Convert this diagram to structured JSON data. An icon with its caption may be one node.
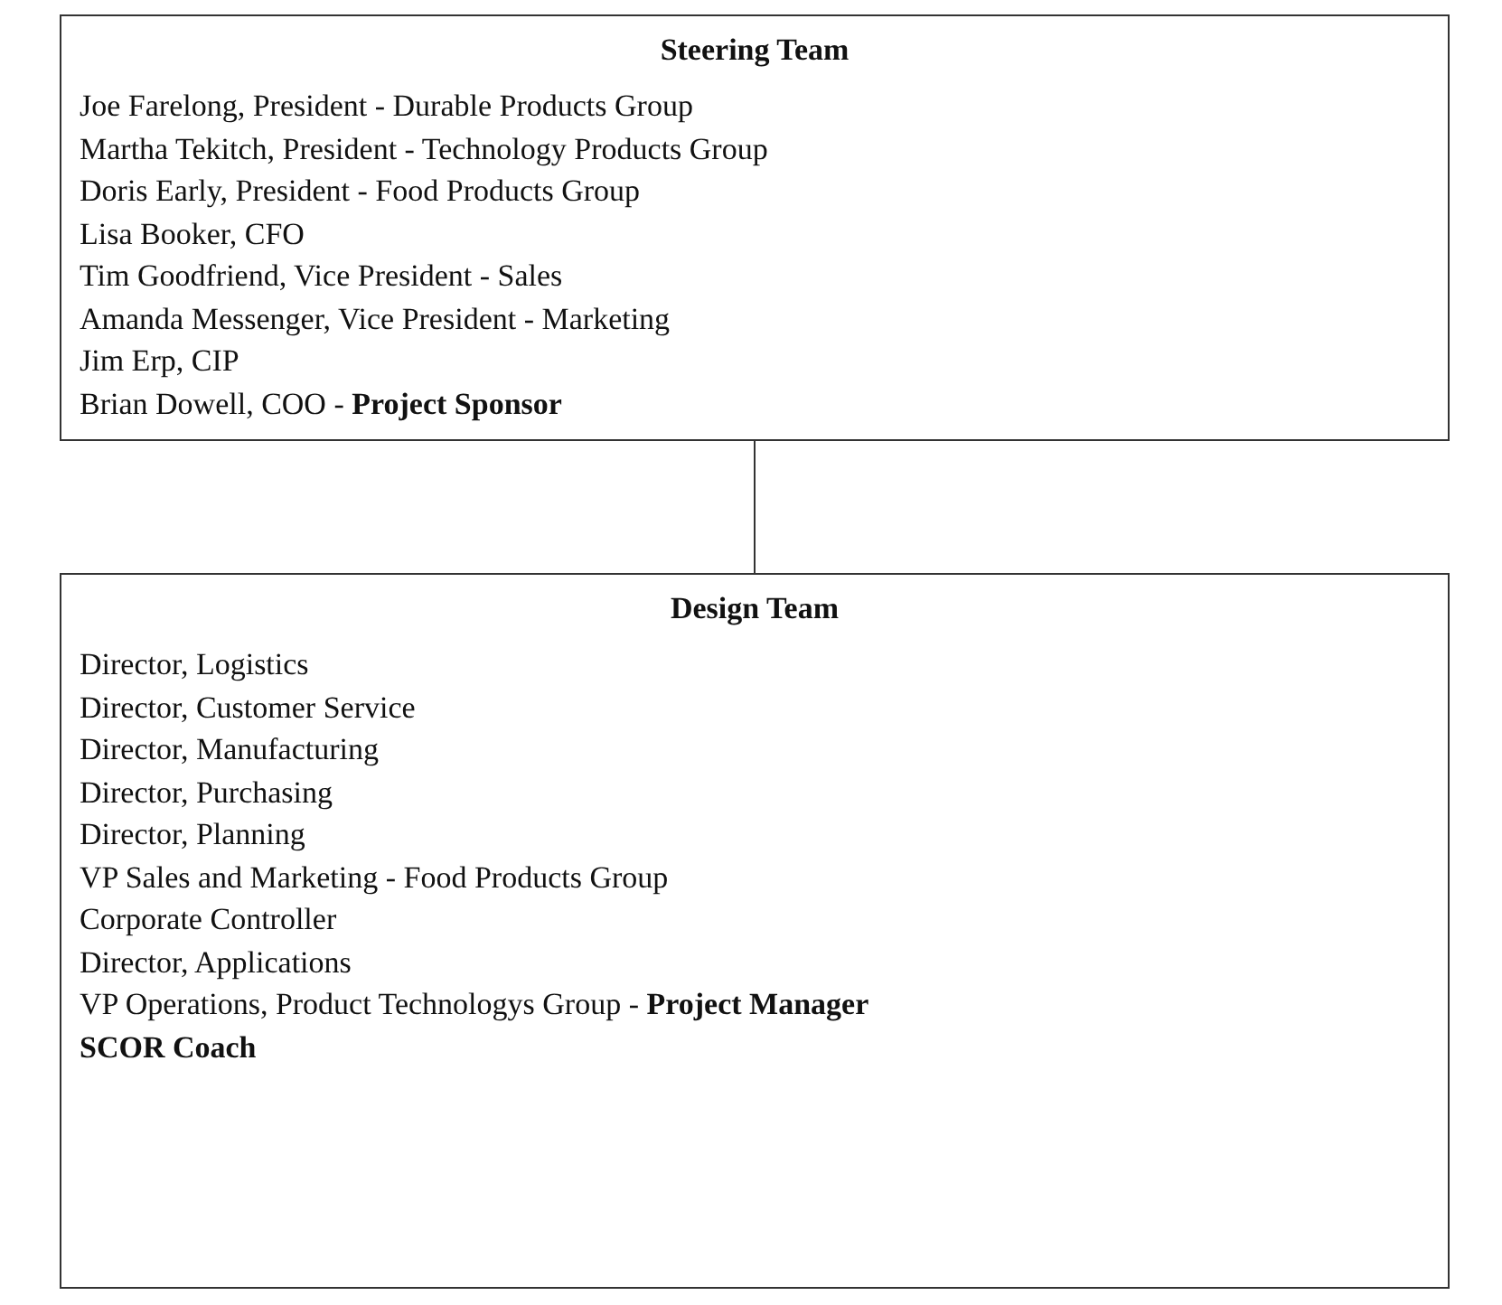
{
  "diagram": {
    "nodes": [
      {
        "text": [
          "Steering Team",
          "Joe Farelong, President - Durable Products Group",
          "Martha Tekitch, President - Technology Products Group",
          "Doris Early, President - Food Products Group",
          "Lisa Booker, CFO",
          "Tim Goodfriend, Vice President - Sales",
          "Amanda Messenger, Vice President - Marketing",
          "Jim Erp, CIP",
          "Brian Dowell, COO - **Project Sponsor**"
        ]
      },
      {
        "text": [
          "Design Team",
          "Director, Logistics",
          "Director, Customer Service",
          "Director, Manufacturing",
          "Director, Purchasing",
          "Director, Planning",
          "VP Sales and Marketing - Food Products Group",
          "Corporate Controller",
          "Director, Applications",
          "VP Operations, Product Technologys Group - **Project Manager**",
          "**SCOR Coach**"
        ]
      }
    ],
    "edges": [
      {
        "from": 0,
        "to": 1,
        "arrow": "none"
      }
    ]
  }
}
